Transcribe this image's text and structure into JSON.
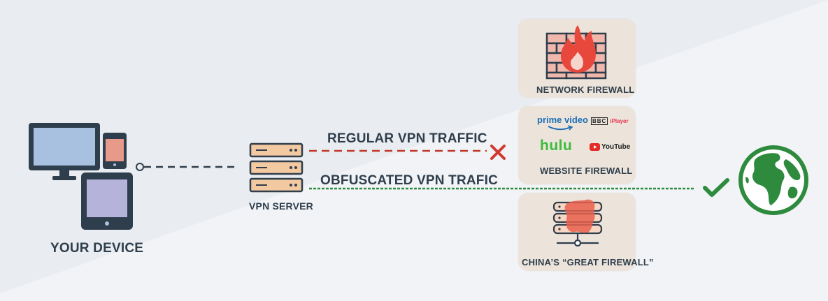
{
  "device": {
    "label": "YOUR DEVICE"
  },
  "vpn_server": {
    "label": "VPN SERVER"
  },
  "traffic": {
    "regular": "REGULAR VPN TRAFFIC",
    "obfuscated": "OBFUSCATED VPN TRAFIC"
  },
  "firewalls": {
    "network": "NETWORK FIREWALL",
    "website": "WEBSITE FIREWALL",
    "china": "CHINA’S “GREAT FIREWALL”"
  },
  "logos": {
    "prime": "prime video",
    "bbc": "BBC",
    "iplayer": "iPlayer",
    "hulu": "hulu",
    "youtube": "YouTube"
  },
  "colors": {
    "background": "#e9ecf0",
    "dark": "#2f3e4c",
    "regular_line": "#c0392b",
    "obfuscated_line": "#2e8b3e",
    "globe": "#2e8b3e",
    "card": "#ece4da"
  },
  "icons": {
    "blocked": "x-mark-icon",
    "allowed": "checkmark-icon",
    "internet": "globe-icon"
  }
}
